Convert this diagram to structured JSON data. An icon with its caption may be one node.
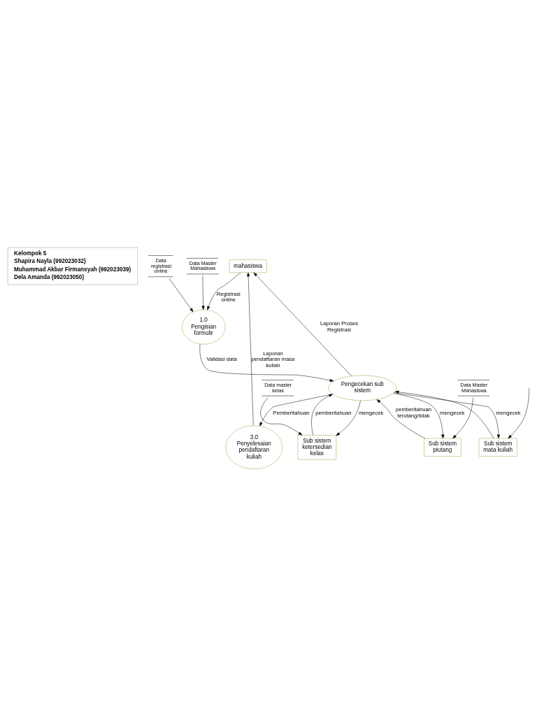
{
  "diagram": {
    "nodes": [
      {
        "text": [
          "Kelompok 5",
          "Shapira Nayla (992023032)",
          "Muhammad Akbar Firmansyah (992023039)",
          "Dela Amanda (992023050)"
        ]
      },
      {
        "text": [
          "mahasiswa"
        ]
      },
      {
        "text": [
          "1.0",
          "Pengisian formulir"
        ]
      },
      {
        "text": [
          "Pengecekan sub sistem"
        ]
      },
      {
        "text": [
          "3.0",
          "Penyelesaian pendaftaran kuliah"
        ]
      },
      {
        "text": [
          "Sub sistem piutang"
        ]
      },
      {
        "text": [
          "Sub sistem ketersedian kelas"
        ]
      },
      {
        "text": [
          "Sub sistem mata kuliah"
        ]
      },
      {
        "text": [
          "Data registrasi online"
        ]
      },
      {
        "text": [
          "Data Master Mahasiswa"
        ]
      },
      {
        "text": [
          "Data Master Mahasiswa"
        ]
      },
      {
        "text": [
          "Data master kelas"
        ]
      }
    ],
    "edges": [
      {
        "from": 1,
        "to": 2,
        "arrow": "to",
        "label": "Registrasi online"
      },
      {
        "from": 2,
        "to": 3,
        "arrow": "to",
        "label": "Validasi data"
      },
      {
        "from": 3,
        "to": 1,
        "arrow": "to",
        "label": "Laporan Proses Registrasi"
      },
      {
        "from": 4,
        "to": 1,
        "arrow": "to",
        "label": "Laporan pendaftaran masa kuliah"
      },
      {
        "from": 3,
        "to": 4,
        "arrow": "to",
        "label": "Pemberitahuan"
      },
      {
        "from": 3,
        "to": 5,
        "arrow": "to",
        "label": "mengecek"
      },
      {
        "from": 5,
        "to": 3,
        "arrow": "to",
        "label": "pemberitahuan terutang/tidak"
      },
      {
        "from": 3,
        "to": 6,
        "arrow": "to",
        "label": "mengecek"
      },
      {
        "from": 6,
        "to": 3,
        "arrow": "to",
        "label": "pemberitahuan"
      },
      {
        "from": 3,
        "to": 7,
        "arrow": "to",
        "label": "mengecek"
      },
      {
        "from": 7,
        "to": 3,
        "arrow": "to"
      },
      {
        "from": 8,
        "to": 2,
        "arrow": "to"
      },
      {
        "from": 9,
        "to": 2,
        "arrow": "to"
      },
      {
        "from": 10,
        "to": 5,
        "arrow": "to"
      },
      {
        "from": 11,
        "to": 6,
        "arrow": "to"
      },
      {
        "from": null,
        "to": 7,
        "arrow": "to"
      }
    ]
  }
}
